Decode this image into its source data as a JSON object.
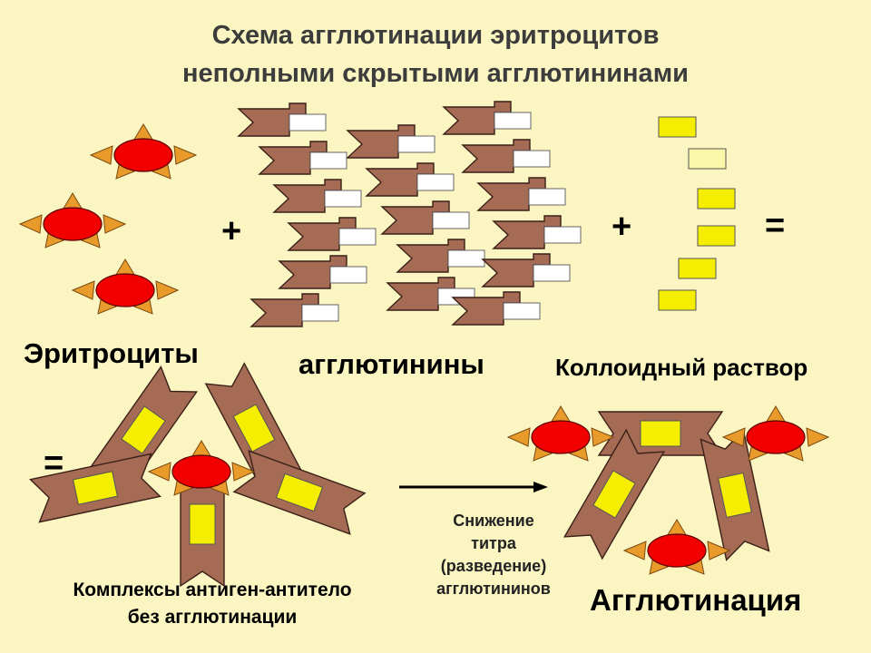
{
  "title": {
    "line1": "Схема агглютинации эритроцитов",
    "line2": "неполными скрытыми агглютининами"
  },
  "labels": {
    "erythrocytes": "Эритроциты",
    "agglutinins": "агглютинины",
    "colloid": "Коллоидный раствор",
    "complexes_line1": "Комплексы антиген-антитело",
    "complexes_line2": "без агглютинации",
    "agglutination": "Агглютинация"
  },
  "operators": {
    "plus": "+",
    "equals": "="
  },
  "arrow_caption": {
    "line1": "Снижение",
    "line2": "титра",
    "line3": "(разведение)",
    "line4": "агглютининов"
  },
  "colors": {
    "background": "#FBF5C2",
    "cell": "#F20000",
    "spike": "#E89A2A",
    "antibody": "#A56B55",
    "antibody_stroke": "#4A2A1E",
    "colloid": "#F5EE00",
    "title_text": "#3C3C3C"
  }
}
